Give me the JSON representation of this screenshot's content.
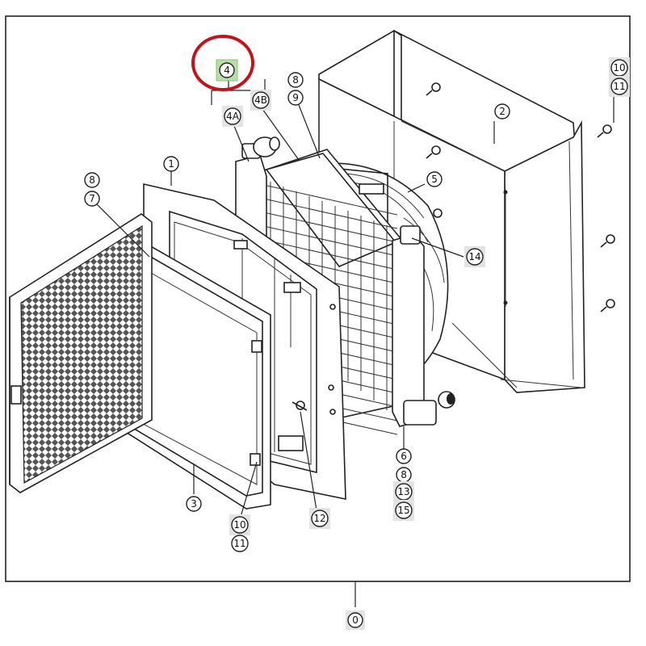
{
  "diagram": {
    "callouts": [
      {
        "id": "c0",
        "label": "0",
        "highlight": true
      },
      {
        "id": "c1",
        "label": "1",
        "highlight": false
      },
      {
        "id": "c2",
        "label": "2",
        "highlight": false
      },
      {
        "id": "c3",
        "label": "3",
        "highlight": false
      },
      {
        "id": "c4",
        "label": "4",
        "highlight": "selected"
      },
      {
        "id": "c4a",
        "label": "4A",
        "highlight": true
      },
      {
        "id": "c4b",
        "label": "4B",
        "highlight": true
      },
      {
        "id": "c5",
        "label": "5",
        "highlight": false
      },
      {
        "id": "c6",
        "label": "6",
        "highlight": false
      },
      {
        "id": "c7",
        "label": "7",
        "highlight": false
      },
      {
        "id": "c8a",
        "label": "8",
        "highlight": false
      },
      {
        "id": "c8b",
        "label": "8",
        "highlight": false
      },
      {
        "id": "c8c",
        "label": "8",
        "highlight": false
      },
      {
        "id": "c9",
        "label": "9",
        "highlight": false
      },
      {
        "id": "c10a",
        "label": "10",
        "highlight": true
      },
      {
        "id": "c10b",
        "label": "10",
        "highlight": true
      },
      {
        "id": "c11a",
        "label": "11",
        "highlight": true
      },
      {
        "id": "c11b",
        "label": "11",
        "highlight": false
      },
      {
        "id": "c12",
        "label": "12",
        "highlight": true
      },
      {
        "id": "c13",
        "label": "13",
        "highlight": true
      },
      {
        "id": "c14",
        "label": "14",
        "highlight": true
      },
      {
        "id": "c15",
        "label": "15",
        "highlight": true
      }
    ],
    "selection_color": "#c0141c",
    "selected_fill": "#b9dfa8",
    "highlight_fill": "#e3e3e3"
  }
}
